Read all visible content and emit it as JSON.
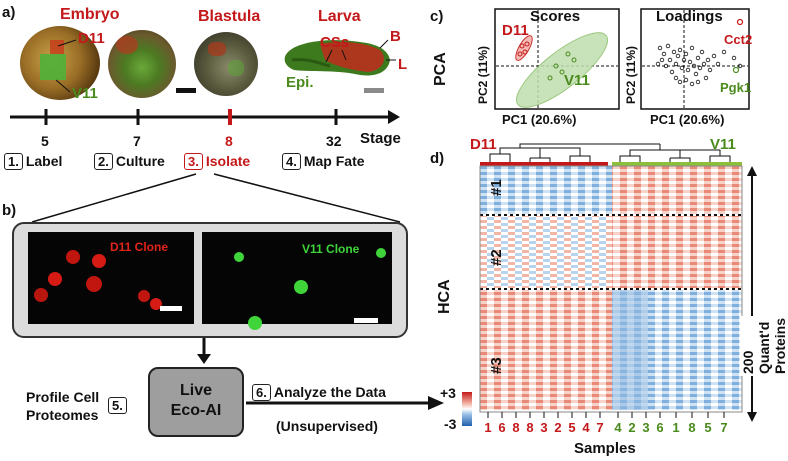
{
  "panel_a": {
    "letter": "a)",
    "embryo_label": "Embryo",
    "d11_label": "D11",
    "v11_label": "V11",
    "blastula_label": "Blastula",
    "larva_label": "Larva",
    "css_label": "CSs",
    "b_label": "B",
    "l_label": "L",
    "epi_label": "Epi.",
    "stage_label": "Stage",
    "stages": [
      "5",
      "7",
      "8",
      "32"
    ],
    "steps": [
      {
        "num": "1.",
        "label": "Label"
      },
      {
        "num": "2.",
        "label": "Culture"
      },
      {
        "num": "3.",
        "label": "Isolate"
      },
      {
        "num": "4.",
        "label": "Map Fate"
      }
    ]
  },
  "panel_b": {
    "letter": "b)",
    "d11_clone": "D11 Clone",
    "v11_clone": "V11 Clone",
    "profile_label_1": "Profile Cell",
    "profile_label_2": "Proteomes",
    "step5": "5.",
    "live_label": "Live",
    "eco_label": "Eco-AI",
    "step6": "6.",
    "analyze_label": "Analyze the Data",
    "unsupervised_label": "(Unsupervised)"
  },
  "panel_c": {
    "letter": "c)",
    "pca_label": "PCA",
    "scores_title": "Scores",
    "loadings_title": "Loadings",
    "d11_label": "D11",
    "v11_label": "V11",
    "pc1_label": "PC1 (20.6%)",
    "pc2_label": "PC2 (11%)",
    "cct2_label": "Cct2",
    "pgk1_label": "Pgk1"
  },
  "panel_d": {
    "letter": "d)",
    "d11_label": "D11",
    "v11_label": "V11",
    "hca_label": "HCA",
    "cluster_1": "#1",
    "cluster_2": "#2",
    "cluster_3": "#3",
    "yaxis_label": "200 Quant'd Proteins",
    "colorbar_max": "+3",
    "colorbar_min": "-3",
    "xaxis_label": "Samples",
    "samples_red": [
      "1",
      "6",
      "8",
      "8",
      "3",
      "2",
      "5",
      "4",
      "7"
    ],
    "samples_green": [
      "4",
      "2",
      "3",
      "6",
      "1",
      "8",
      "5",
      "7"
    ],
    "colors": {
      "red": "#c4191a",
      "green": "#4a8b1d",
      "blue": "#2f6cb8"
    }
  }
}
